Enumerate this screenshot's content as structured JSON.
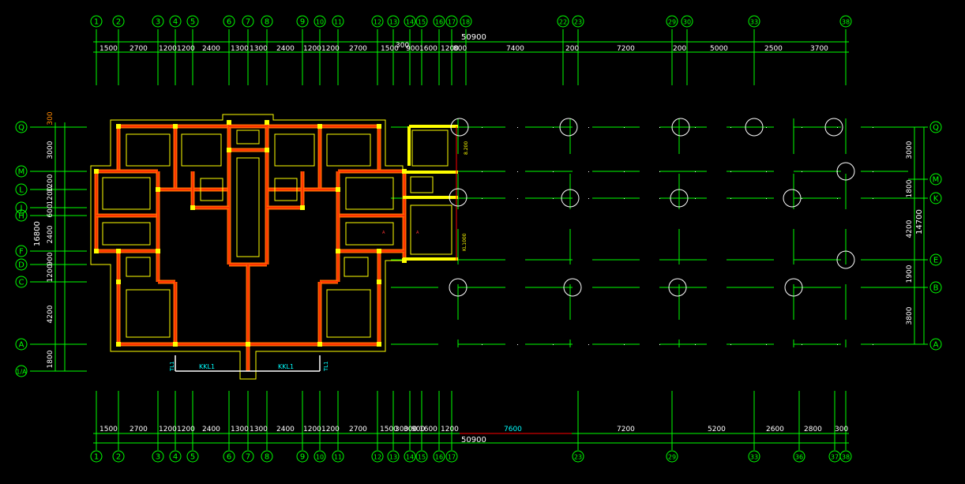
{
  "colors": {
    "background": "#000000",
    "axis": "#00ff00",
    "dimension_text": "#ffffff",
    "wall": "#ffff00",
    "wall_fill": "#ff6600",
    "beam_line": "#ff0000",
    "highlight_dimension": "#00ffff",
    "label": "#00ffff",
    "column_circle": "#ffffff"
  },
  "axis_grid": {
    "top_numbers": [
      "1",
      "2",
      "3",
      "4",
      "5",
      "6",
      "7",
      "8",
      "9",
      "10",
      "11",
      "12",
      "13",
      "14",
      "15",
      "16",
      "17",
      "18",
      "22",
      "23",
      "29",
      "30",
      "33",
      "38"
    ],
    "bottom_numbers": [
      "1",
      "2",
      "3",
      "4",
      "5",
      "6",
      "7",
      "8",
      "9",
      "10",
      "11",
      "12",
      "13",
      "14",
      "15",
      "16",
      "17",
      "23",
      "29",
      "33",
      "36",
      "37",
      "38"
    ],
    "left_letters": [
      "Q",
      "M",
      "L",
      "J",
      "H",
      "F",
      "D",
      "C",
      "A",
      "1/A"
    ],
    "right_letters": [
      "Q",
      "M",
      "K",
      "E",
      "B",
      "A"
    ]
  },
  "dimensions": {
    "top_total": "50900",
    "top_small": "300",
    "top_segments": [
      "1500",
      "2700",
      "1200",
      "1200",
      "2400",
      "1300",
      "1300",
      "2400",
      "1200",
      "1200",
      "2700",
      "1500",
      "900",
      "1600",
      "1200",
      "800",
      "7400",
      "200",
      "7200",
      "200",
      "5000",
      "2500",
      "3700"
    ],
    "bottom_total": "50900",
    "bottom_segments": [
      "1500",
      "2700",
      "1200",
      "1200",
      "2400",
      "1300",
      "1300",
      "2400",
      "1200",
      "1200",
      "2700",
      "1500",
      "300",
      "300",
      "900",
      "1600",
      "1200",
      "7600",
      "7200",
      "5200",
      "2600",
      "2800",
      "300"
    ],
    "left_total": "16800",
    "left_segments": [
      "300",
      "3000",
      "1200",
      "1200",
      "600",
      "2400",
      "900",
      "1200",
      "4200",
      "1800"
    ],
    "right_total": "14700",
    "right_segments": [
      "3000",
      "1800",
      "4200",
      "1900",
      "3800"
    ]
  },
  "labels": {
    "beam_left": "KKL1",
    "beam_right": "KKL1",
    "col_tag_left": "TL1",
    "col_tag_right": "TL1",
    "vertical_small_top": "8.200",
    "vertical_small_mid": "KL1000",
    "marker": "A"
  }
}
